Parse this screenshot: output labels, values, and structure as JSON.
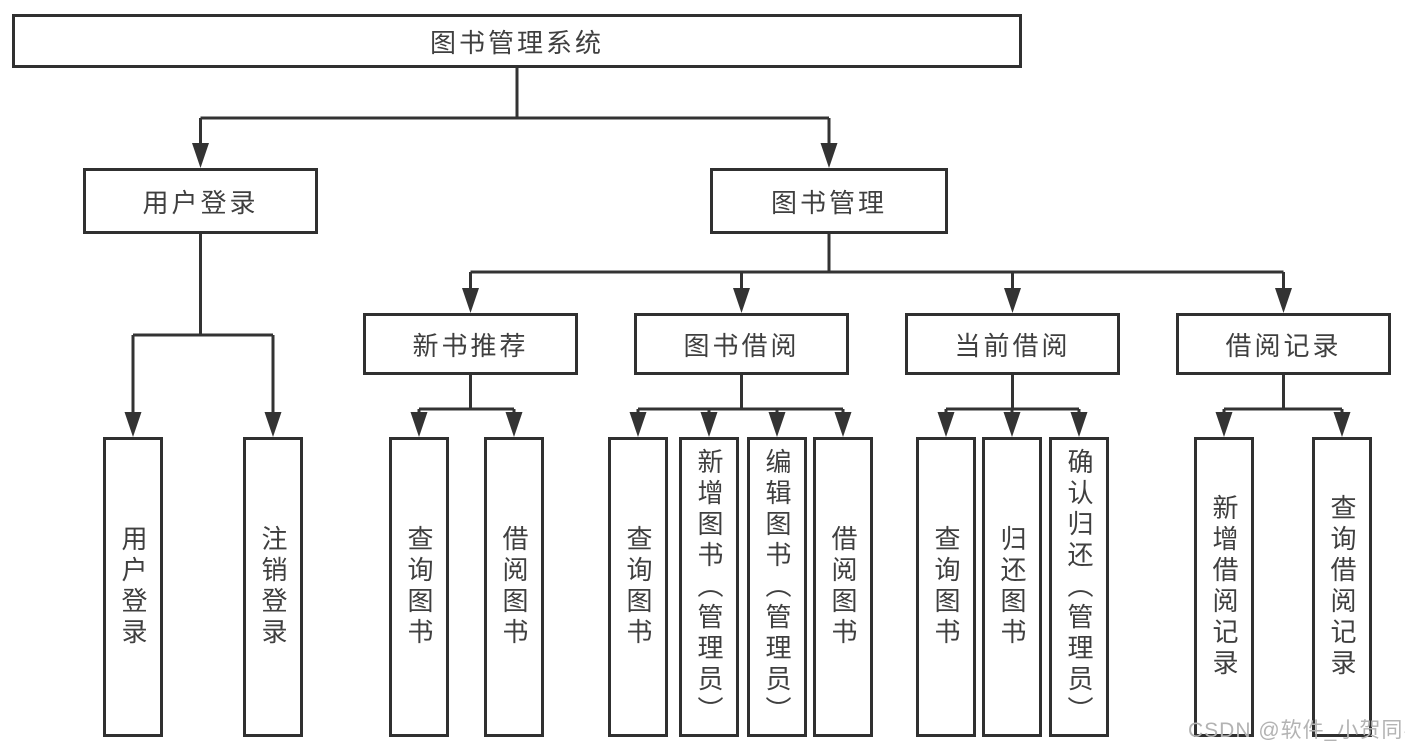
{
  "colors": {
    "line": "#333333",
    "box_border": "#303030",
    "text": "#3f3f3f",
    "background": "#ffffff",
    "watermark_text": "#b3b3b3"
  },
  "tree": {
    "root": "图书管理系统",
    "level2": [
      "用户登录",
      "图书管理"
    ],
    "level3": [
      "新书推荐",
      "图书借阅",
      "当前借阅",
      "借阅记录"
    ],
    "leaf_groups": [
      {
        "parent": "用户登录",
        "items": [
          "用户登录",
          "注销登录"
        ]
      },
      {
        "parent": "新书推荐",
        "items": [
          "查询图书",
          "借阅图书"
        ]
      },
      {
        "parent": "图书借阅",
        "items": [
          "查询图书",
          "新增图书（管理员）",
          "编辑图书（管理员）",
          "借阅图书"
        ]
      },
      {
        "parent": "当前借阅",
        "items": [
          "查询图书",
          "归还图书",
          "确认归还（管理员）"
        ]
      },
      {
        "parent": "借阅记录",
        "items": [
          "新增借阅记录",
          "查询借阅记录"
        ]
      }
    ]
  },
  "watermark": {
    "text": "CSDN @软件_小贺同学"
  }
}
